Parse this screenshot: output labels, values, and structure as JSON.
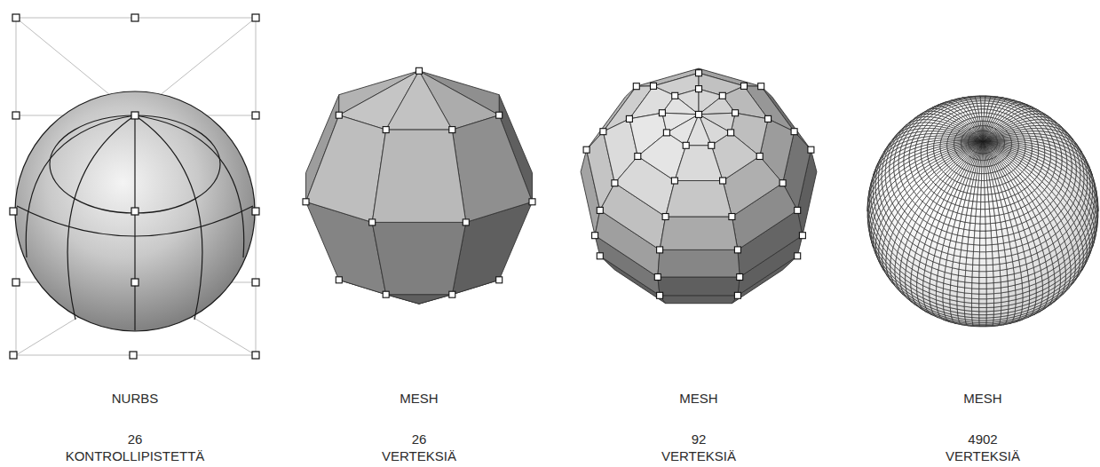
{
  "diagram": {
    "labels": [
      "NURBS",
      "26",
      "KONTROLLIPISTETTÄ",
      "MESH",
      "26",
      "VERTEKSIÄ",
      "MESH",
      "92",
      "VERTEKSIÄ",
      "MESH",
      "4902",
      "VERTEKSIÄ"
    ]
  }
}
